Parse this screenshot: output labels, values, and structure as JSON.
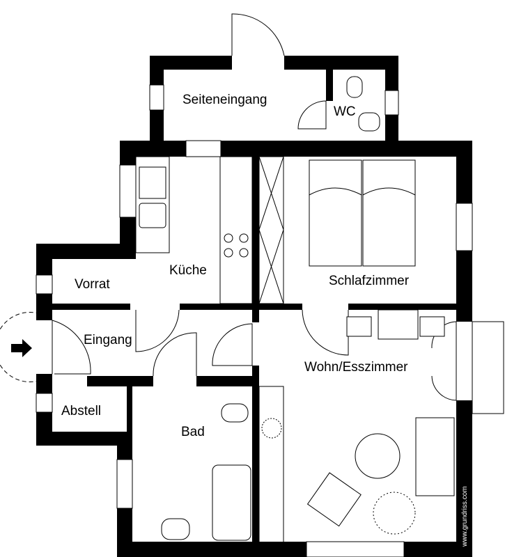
{
  "rooms": {
    "seiteneingang": "Seiteneingang",
    "wc": "WC",
    "kueche": "Küche",
    "schlafzimmer": "Schlafzimmer",
    "vorrat": "Vorrat",
    "eingang": "Eingang",
    "wohn_esszimmer": "Wohn/Esszimmer",
    "abstell": "Abstell",
    "bad": "Bad"
  },
  "watermark": "www.grundriss.com"
}
